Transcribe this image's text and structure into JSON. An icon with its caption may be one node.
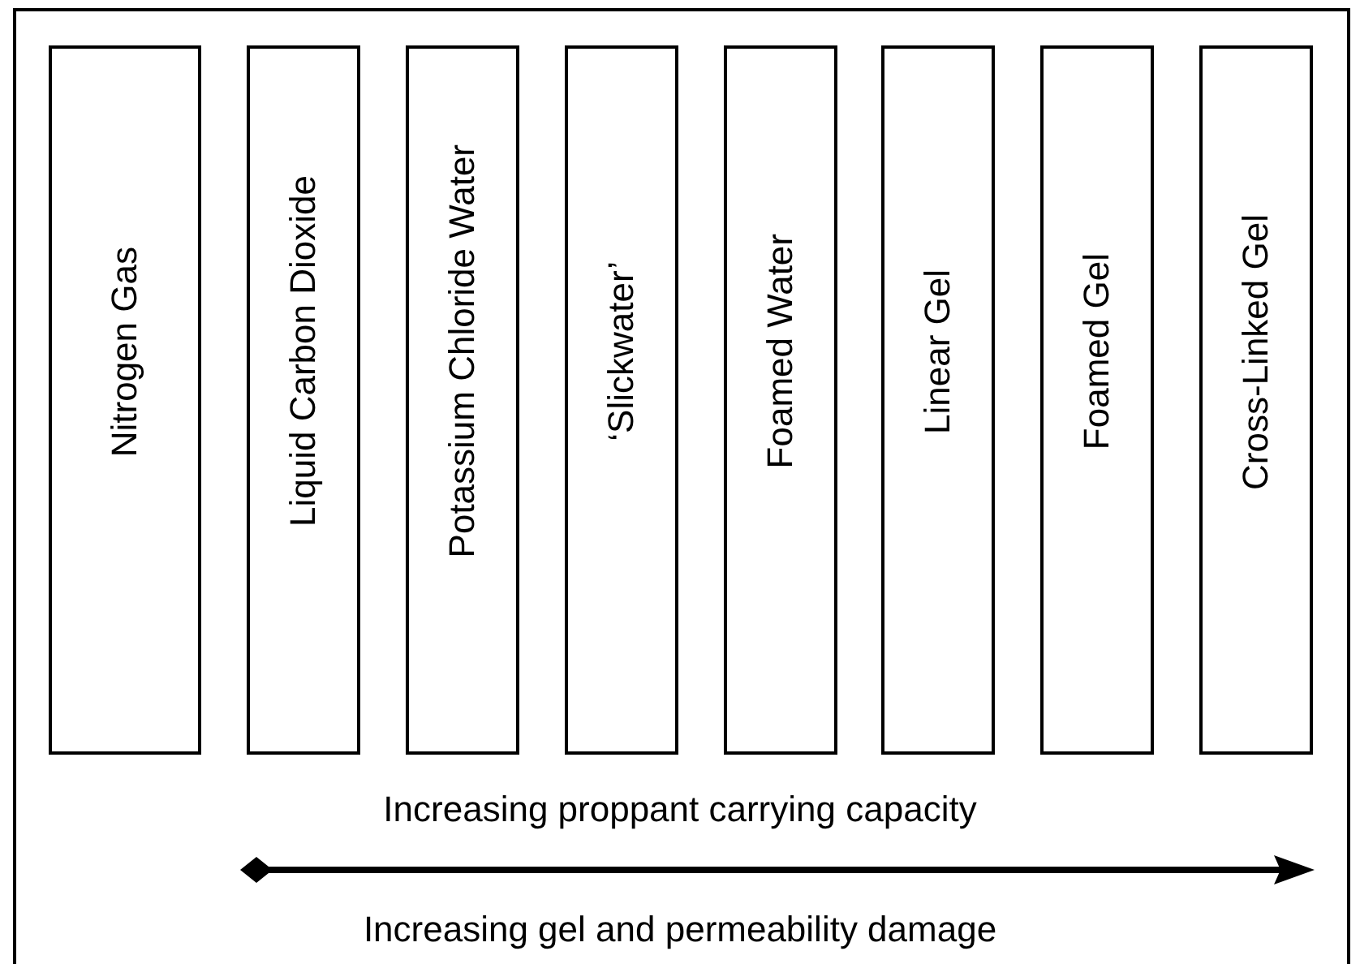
{
  "diagram": {
    "nodes": [
      {
        "text": [
          "Nitrogen Gas"
        ]
      },
      {
        "text": [
          "Liquid Carbon Dioxide"
        ]
      },
      {
        "text": [
          "Potassium Chloride Water"
        ]
      },
      {
        "text": [
          "‘Slickwater’"
        ]
      },
      {
        "text": [
          "Foamed Water"
        ]
      },
      {
        "text": [
          "Linear Gel"
        ]
      },
      {
        "text": [
          "Foamed Gel"
        ]
      },
      {
        "text": [
          "Cross-Linked Gel"
        ]
      }
    ],
    "labels": [
      "Increasing proppant carrying capacity",
      "Increasing gel and permeability damage"
    ]
  }
}
